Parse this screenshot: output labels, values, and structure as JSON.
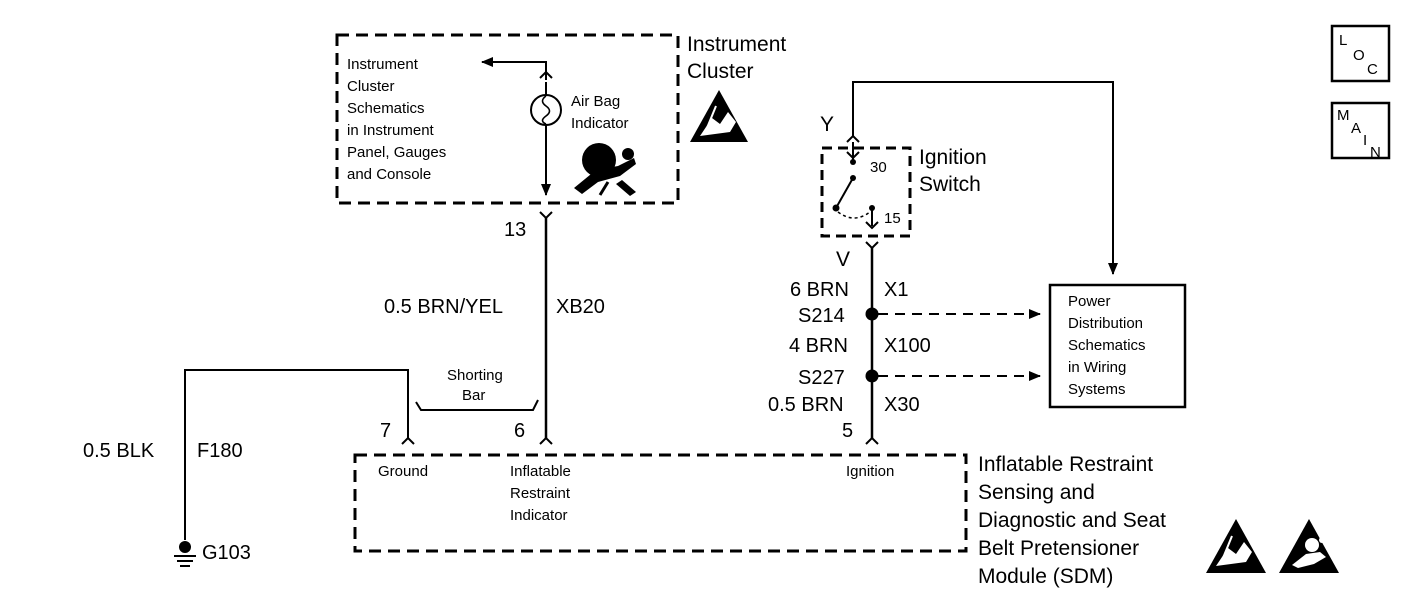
{
  "instrument_cluster": {
    "title_line1": "Instrument",
    "title_line2": "Cluster",
    "ref_lines": [
      "Instrument",
      "Cluster",
      "Schematics",
      "in Instrument",
      "Panel, Gauges",
      "and Console"
    ],
    "indicator_line1": "Air Bag",
    "indicator_line2": "Indicator"
  },
  "ignition_switch": {
    "title_line1": "Ignition",
    "title_line2": "Switch",
    "terminal_top": "30",
    "terminal_bottom": "15",
    "pin_top": "Y",
    "pin_bottom": "V"
  },
  "wires": {
    "left_pin_top": "13",
    "left_wire": "0.5 BRN/YEL",
    "left_circuit": "XB20",
    "ign_wire1": "6 BRN",
    "ign_circuit1": "X1",
    "splice1": "S214",
    "ign_wire2": "4 BRN",
    "ign_circuit2": "X100",
    "splice2": "S227",
    "ign_wire3": "0.5 BRN",
    "ign_circuit3": "X30",
    "ground_wire": "0.5 BLK",
    "ground_circuit": "F180",
    "ground_label": "G103"
  },
  "shorting_bar": {
    "line1": "Shorting",
    "line2": "Bar"
  },
  "power_distribution": {
    "lines": [
      "Power",
      "Distribution",
      "Schematics",
      "in Wiring",
      "Systems"
    ]
  },
  "sdm": {
    "title_lines": [
      "Inflatable Restraint",
      "Sensing and",
      "Diagnostic and Seat",
      "Belt Pretensioner",
      "Module (SDM)"
    ],
    "pin_ground": "7",
    "pin_indicator": "6",
    "pin_ignition": "5",
    "label_ground": "Ground",
    "label_indicator_lines": [
      "Inflatable",
      "Restraint",
      "Indicator"
    ],
    "label_ignition": "Ignition"
  },
  "nav": {
    "loc": [
      "L",
      "O",
      "C"
    ],
    "main": [
      "M",
      "A",
      "I",
      "N"
    ]
  },
  "icons": {
    "esd": "esd-warning-icon",
    "airbag": "airbag-icon",
    "ground": "ground-icon"
  }
}
